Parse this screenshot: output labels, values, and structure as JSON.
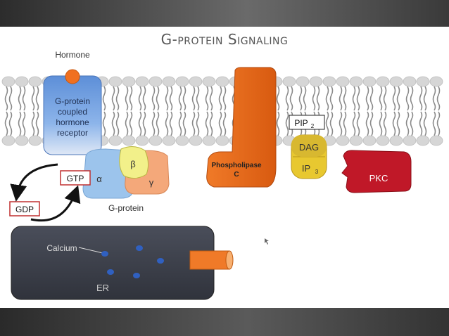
{
  "title": "G-protein Signaling",
  "labels": {
    "hormone": "Hormone",
    "receptor_line1": "G-protein",
    "receptor_line2": "coupled",
    "receptor_line3": "hormone",
    "receptor_line4": "receptor",
    "gtp": "GTP",
    "gdp": "GDP",
    "alpha": "α",
    "beta": "β",
    "gamma": "γ",
    "gprotein": "G-protein",
    "phospholipase_line1": "Phospholipase",
    "phospholipase_line2": "C",
    "pip": "PIP",
    "pip_sub": "2",
    "dag": "DAG",
    "ip": "IP",
    "ip_sub": "3",
    "pkc": "PKC",
    "calcium": "Calcium",
    "er": "ER"
  },
  "colors": {
    "receptor": "#6f9fe0",
    "hormone": "#f07020",
    "alpha": "#9cc4ec",
    "beta": "#f2f08a",
    "gamma": "#f4a87a",
    "phospholipase": "#e86a1e",
    "dag_ip": "#e8c830",
    "pkc": "#c01828",
    "er": "#404450",
    "calcium": "#3060c0"
  }
}
